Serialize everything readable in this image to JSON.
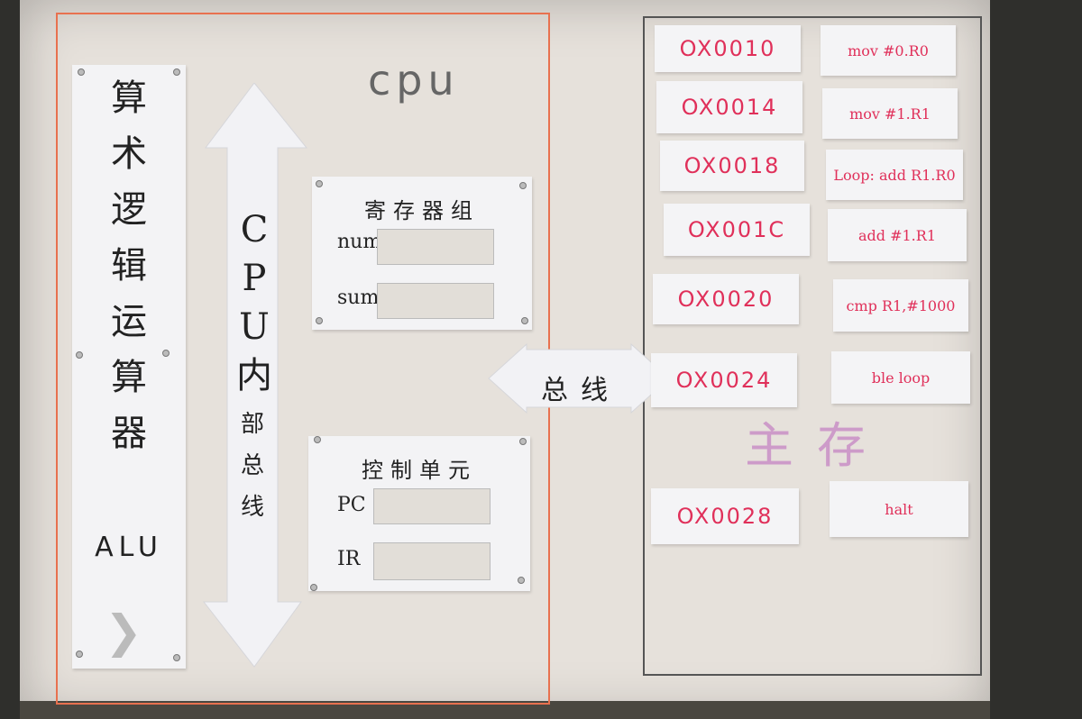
{
  "cpu_label": "cpu",
  "alu": {
    "chinese": "算术逻辑运算器",
    "abbr": "ALU"
  },
  "internal_bus": {
    "vertical": "CPU内",
    "rest": "部总线"
  },
  "register_group": {
    "title": "寄存器组",
    "fields": [
      "num",
      "sum"
    ]
  },
  "control_unit": {
    "title": "控制单元",
    "fields": [
      "PC",
      "IR"
    ]
  },
  "system_bus": "总线",
  "main_memory": {
    "label": "主存",
    "addresses": [
      "OX0010",
      "OX0014",
      "OX0018",
      "OX001C",
      "OX0020",
      "OX0024",
      "OX0028"
    ],
    "instructions": [
      "mov #0.R0",
      "mov #1.R1",
      "Loop: add R1.R0",
      "add #1.R1",
      "cmp R1,#1000",
      "ble loop",
      "halt"
    ]
  },
  "colors": {
    "board": "#e6e1db",
    "cpu_border": "#e8714f",
    "memory_text": "#e0305a",
    "main_mem_marker": "#c98fc6"
  }
}
